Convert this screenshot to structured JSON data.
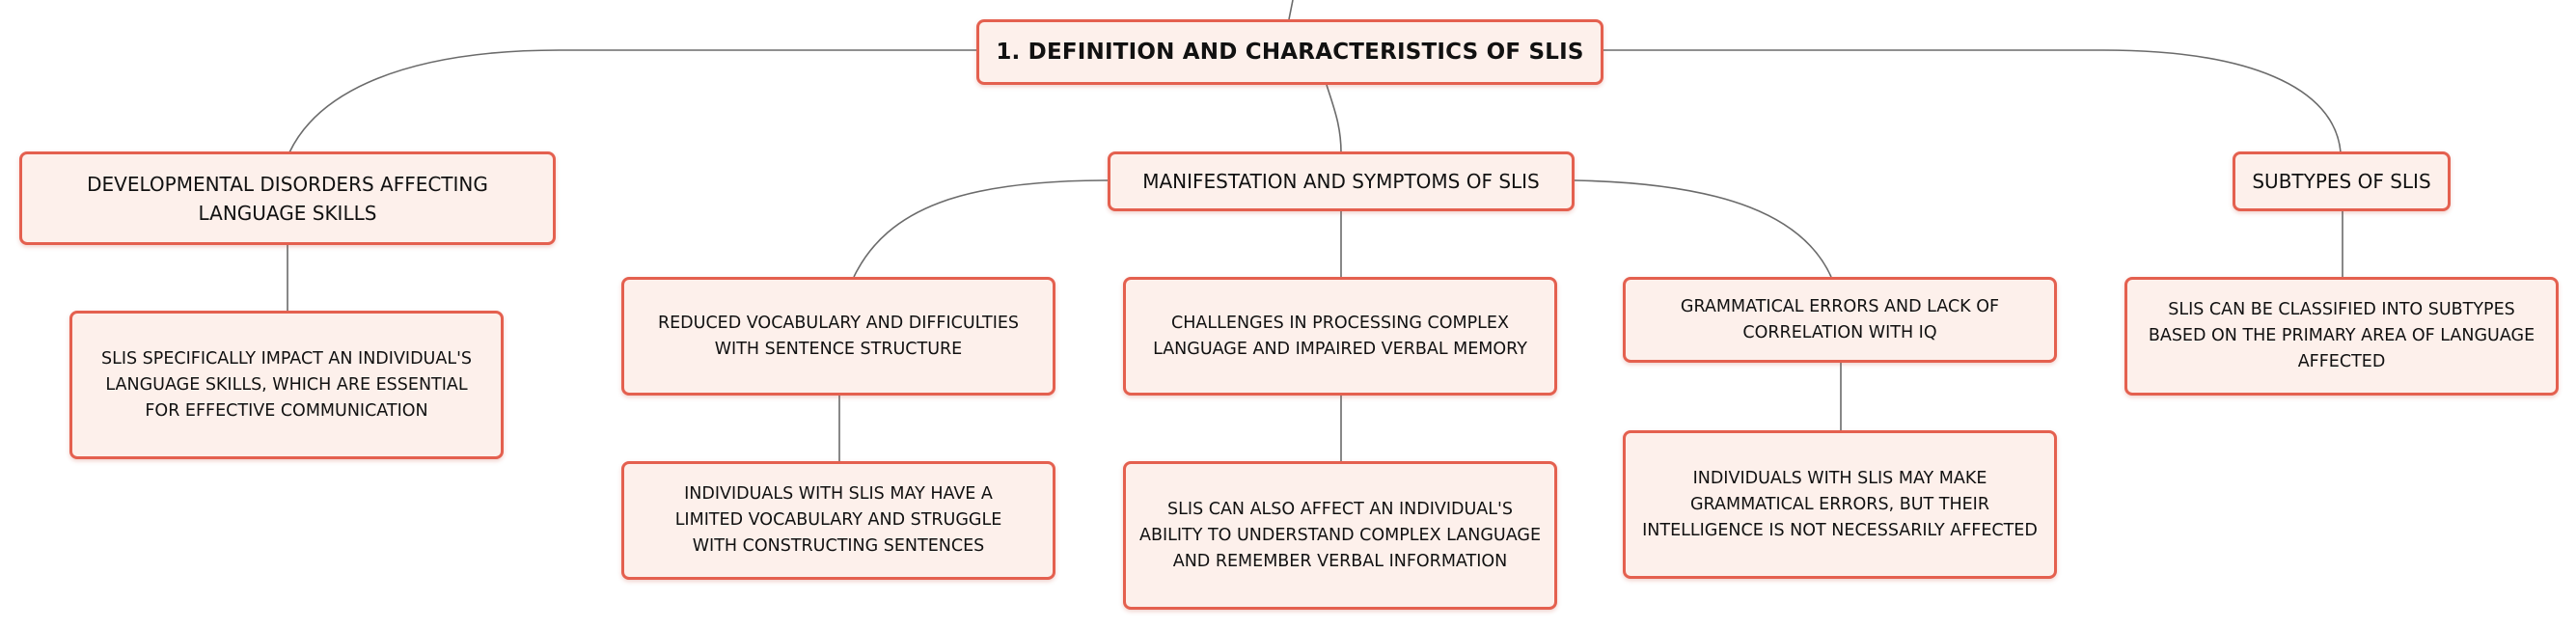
{
  "root": {
    "title": "1. DEFINITION AND CHARACTERISTICS OF SLIS"
  },
  "branches": {
    "developmental": {
      "label": "DEVELOPMENTAL DISORDERS AFFECTING LANGUAGE SKILLS",
      "detail": "SLIS SPECIFICALLY IMPACT AN INDIVIDUAL'S LANGUAGE SKILLS, WHICH ARE ESSENTIAL FOR EFFECTIVE COMMUNICATION"
    },
    "manifestation": {
      "label": "MANIFESTATION AND SYMPTOMS OF SLIS",
      "children": {
        "vocabulary": {
          "label": "REDUCED VOCABULARY AND DIFFICULTIES WITH SENTENCE STRUCTURE",
          "detail": "INDIVIDUALS WITH SLIS MAY HAVE A LIMITED VOCABULARY AND STRUGGLE WITH CONSTRUCTING SENTENCES"
        },
        "processing": {
          "label": "CHALLENGES IN PROCESSING COMPLEX LANGUAGE AND IMPAIRED VERBAL MEMORY",
          "detail": "SLIS CAN ALSO AFFECT AN INDIVIDUAL'S ABILITY TO UNDERSTAND COMPLEX LANGUAGE AND REMEMBER VERBAL INFORMATION"
        },
        "grammar": {
          "label": "GRAMMATICAL ERRORS AND LACK OF CORRELATION WITH IQ",
          "detail": "INDIVIDUALS WITH SLIS MAY MAKE GRAMMATICAL ERRORS, BUT THEIR INTELLIGENCE IS NOT NECESSARILY AFFECTED"
        }
      }
    },
    "subtypes": {
      "label": "SUBTYPES OF SLIS",
      "detail": "SLIS CAN BE CLASSIFIED INTO SUBTYPES BASED ON THE PRIMARY AREA OF LANGUAGE AFFECTED"
    }
  },
  "colors": {
    "node_border": "#e4604f",
    "node_fill": "#fdf0eb",
    "connector": "#6b6b6b"
  }
}
